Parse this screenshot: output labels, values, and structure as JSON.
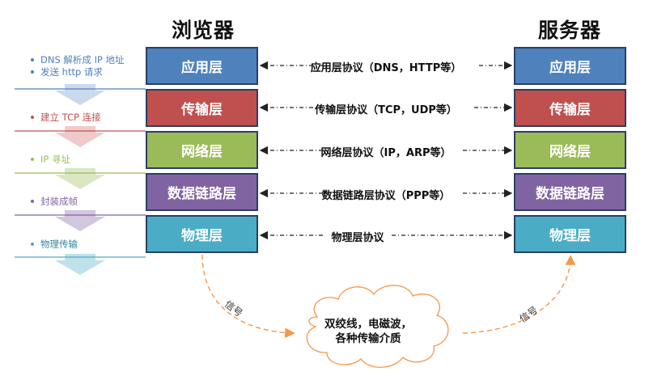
{
  "titles": {
    "browser": "浏览器",
    "server": "服务器"
  },
  "layers": [
    {
      "name": "应用层",
      "color": "#4f81bd",
      "protocol": "应用层协议（DNS，HTTP等）"
    },
    {
      "name": "传输层",
      "color": "#c0504d",
      "protocol": "传输层协议（TCP，UDP等）"
    },
    {
      "name": "网络层",
      "color": "#9bbb59",
      "protocol": "网络层协议（IP，ARP等）"
    },
    {
      "name": "数据链路层",
      "color": "#8064a2",
      "protocol": "数据链路层协议（PPP等）"
    },
    {
      "name": "物理层",
      "color": "#4bacc6",
      "protocol": "物理层协议"
    }
  ],
  "steps": [
    {
      "lines": [
        "DNS 解析成 IP 地址",
        "发送 http 请求"
      ],
      "color": "#4f81bd"
    },
    {
      "lines": [
        "建立 TCP 连接"
      ],
      "color": "#c0504d"
    },
    {
      "lines": [
        "IP 寻址"
      ],
      "color": "#9bbb59"
    },
    {
      "lines": [
        "封装成帧"
      ],
      "color": "#8064a2"
    },
    {
      "lines": [
        "物理传输"
      ],
      "color": "#4bacc6"
    }
  ],
  "signal": {
    "left_label": "信号",
    "right_label": "信号"
  },
  "medium": {
    "line1": "双绞线，电磁波，",
    "line2": "各种传输介质"
  }
}
